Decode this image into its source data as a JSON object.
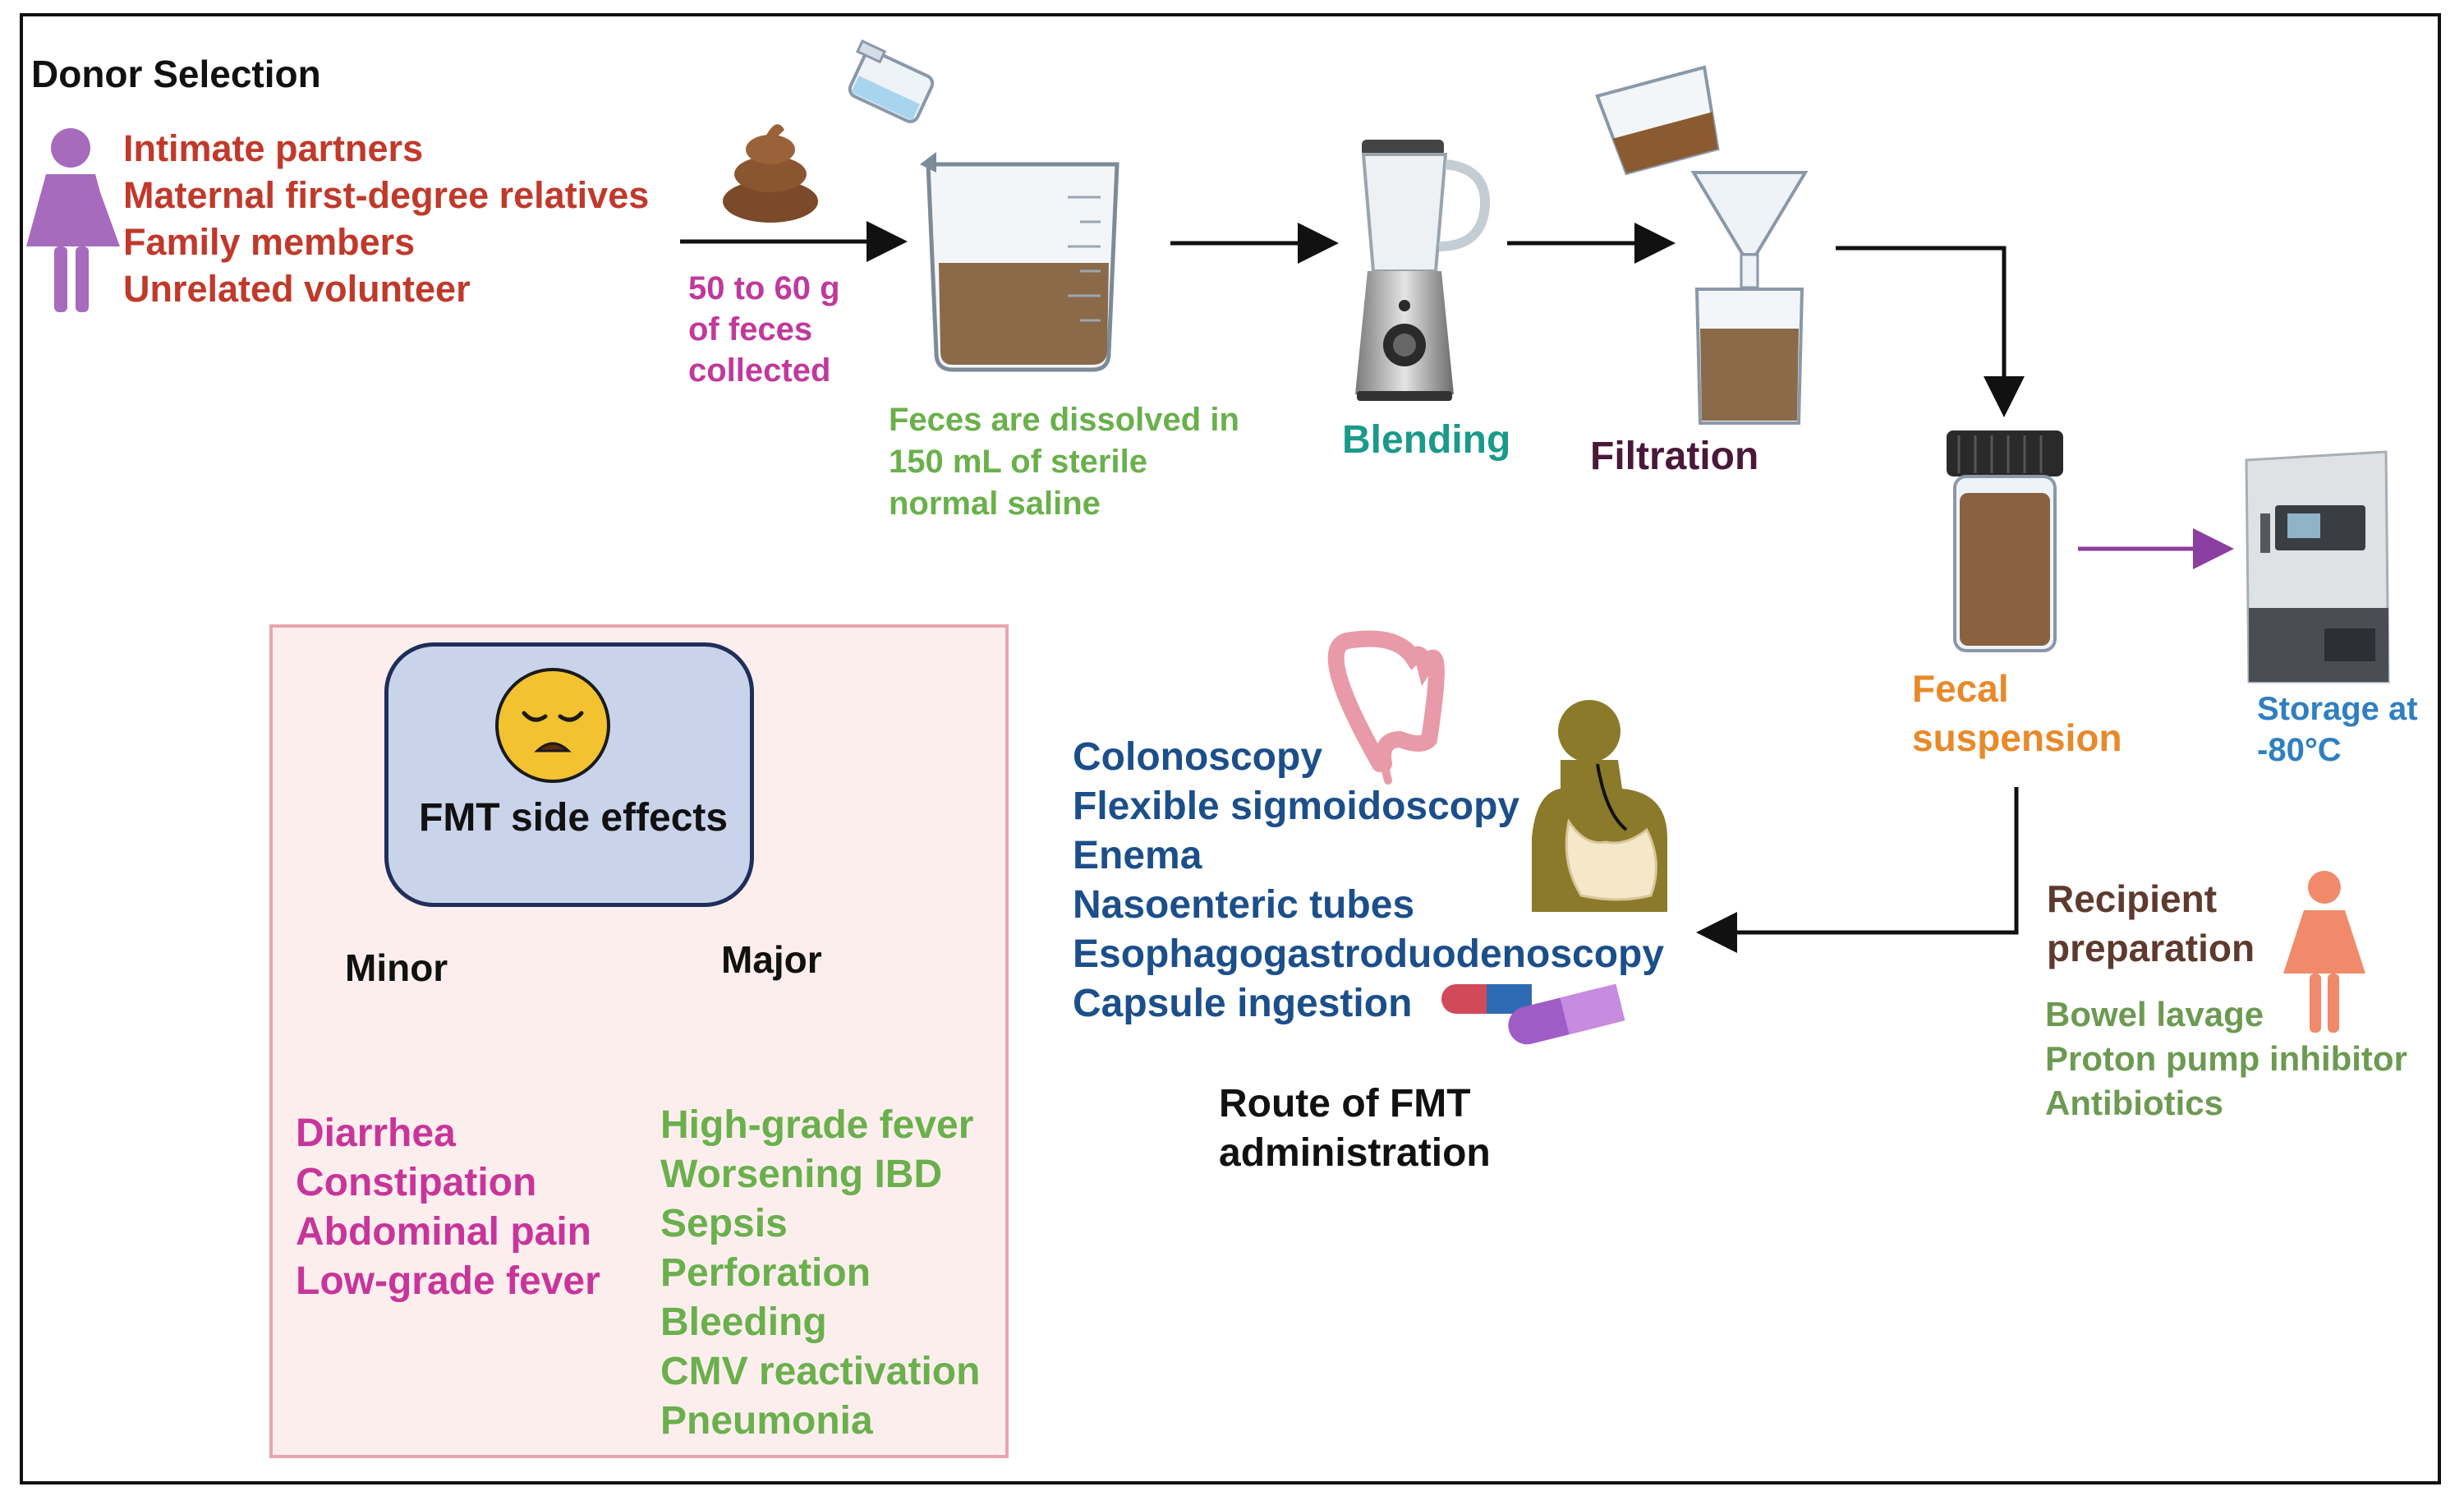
{
  "donor": {
    "title": "Donor Selection",
    "items": [
      "Intimate partners",
      "Maternal first-degree relatives",
      "Family members",
      "Unrelated volunteer"
    ]
  },
  "collection": {
    "lines": [
      "50 to 60 g",
      "of feces",
      "collected"
    ]
  },
  "dissolve": {
    "lines": [
      "Feces are dissolved in",
      "150 mL of sterile",
      "normal saline"
    ]
  },
  "blending": {
    "label": "Blending"
  },
  "filtration": {
    "label": "Filtration"
  },
  "suspension": {
    "lines": [
      "Fecal",
      "suspension"
    ]
  },
  "storage": {
    "lines": [
      "Storage at",
      "-80°C"
    ]
  },
  "recipient": {
    "title_lines": [
      "Recipient",
      "preparation"
    ],
    "items": [
      "Bowel lavage",
      "Proton pump inhibitor",
      "Antibiotics"
    ]
  },
  "route": {
    "items": [
      "Colonoscopy",
      "Flexible sigmoidoscopy",
      "Enema",
      "Nasoenteric tubes",
      "Esophagogastroduodenoscopy",
      "Capsule ingestion"
    ],
    "caption_lines": [
      "Route of FMT",
      "administration"
    ]
  },
  "side_effects": {
    "title": "FMT side effects",
    "minor_label": "Minor",
    "major_label": "Major",
    "minor": [
      "Diarrhea",
      "Constipation",
      "Abdominal pain",
      "Low-grade fever"
    ],
    "major": [
      "High-grade fever",
      "Worsening IBD",
      "Sepsis",
      "Perforation",
      "Bleeding",
      "CMV reactivation",
      "Pneumonia"
    ]
  },
  "colors": {
    "donor_items": "#c0392b",
    "collection": "#c0399b",
    "dissolve": "#6ab04c",
    "blending": "#1a9a8a",
    "filtration": "#4a1838",
    "suspension": "#e8892a",
    "storage": "#2f7fc1",
    "route": "#1c4f8a",
    "recipient_title": "#5e3a2e",
    "recipient_items": "#6c9a52",
    "minor_effects": "#c8359a",
    "major_effects": "#6ab04c",
    "side_box_fill": "#fdeeee",
    "fmt_box_fill": "#c9d3ea"
  },
  "icons": [
    "person-icon",
    "feces-icon",
    "flask-icon",
    "beaker-icon",
    "blender-icon",
    "funnel-icon",
    "vial-icon",
    "freezer-icon",
    "colon-icon",
    "torso-icon",
    "capsule-icon",
    "sad-face-icon"
  ]
}
